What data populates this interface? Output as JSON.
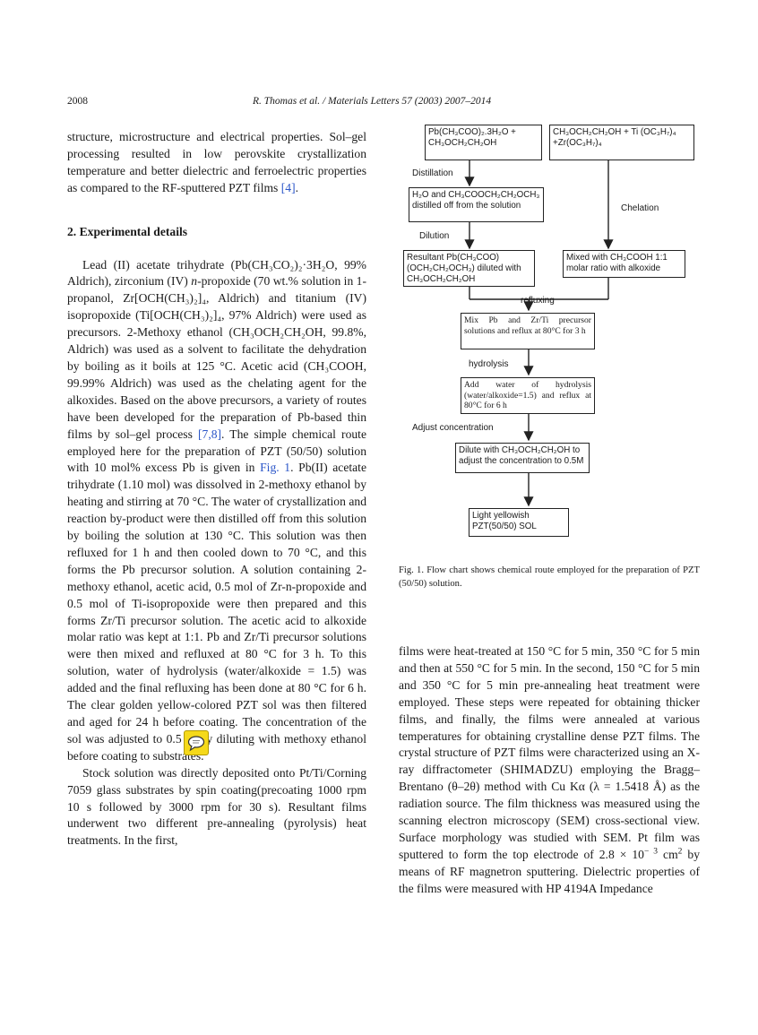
{
  "header": {
    "page_number": "2008",
    "running_title": "R. Thomas et al. / Materials Letters 57 (2003) 2007–2014"
  },
  "left": {
    "p0": "structure, microstructure and electrical properties. Sol–gel processing resulted in low perovskite crystallization temperature and better dielectric and ferroelectric properties as compared to the RF-sputtered PZT films",
    "p0_ref": "[4]",
    "p0_end": ".",
    "section_heading": "2. Experimental details",
    "p1_a": "Lead (II) acetate trihydrate (Pb(CH₃CO₂)₂·3H₂O, 99% Aldrich), zirconium (IV) ",
    "p1_italic": "n",
    "p1_b": "-propoxide (70 wt.% solution in 1-propanol, Zr[OCH(CH₃)₂]₄, Aldrich) and titanium (IV) isopropoxide (Ti[OCH(CH₃)₂]₄, 97% Aldrich) were used as precursors. 2-Methoxy ethanol (CH₃OCH₂CH₂OH, 99.8%, Aldrich) was used as a solvent to facilitate the dehydration by boiling as it boils at 125 °C. Acetic acid (CH₃COOH, 99.99% Aldrich) was used as the chelating agent for the alkoxides. Based on the above precursors, a variety of routes have been developed for the preparation of Pb-based thin films by sol–gel process ",
    "p1_ref1": "[7,8]",
    "p1_c": ". The simple chemical route employed here for the preparation of PZT (50/50) solution with 10 mol% excess Pb is given in ",
    "p1_ref2": "Fig. 1",
    "p1_d": ". Pb(II) acetate trihydrate (1.10 mol) was dissolved in 2-methoxy ethanol by heating and stirring at 70 °C. The water of crystallization and reaction by-product were then distilled off from this solution by boiling the solution at 130 °C. This solution was then refluxed for 1 h and then cooled down to 70 °C, and this forms the Pb precursor solution. A solution containing 2-methoxy ethanol, acetic acid, 0.5 mol of Zr-n-propoxide and 0.5 mol of Ti-isopropoxide were then prepared and this forms Zr/Ti precursor solution. The acetic acid to alkoxide molar ratio was kept at 1:1. Pb and Zr/Ti precursor solutions were then mixed and refluxed at 80 °C for 3 h. To this solution, water of hydrolysis (water/alkoxide = 1.5) was added and the final refluxing has been done at 80 °C for 6 h. The clear golden yellow-colored PZT sol was then filtered and aged for 24 h before coating. The concentration of the sol was adjusted to 0.5 M by diluting with methoxy ethanol before coating to substrates.",
    "p2": "Stock solution was directly deposited onto Pt/Ti/Corning 7059 glass substrates by spin coating(precoating 1000 rpm 10 s followed by 3000 rpm for 30 s). Resultant films underwent two different pre-annealing (pyrolysis) heat treatments. In the first,"
  },
  "figure": {
    "box1": "Pb(CH₃COO)₂.3H₂O + CH₃OCH₂CH₂OH",
    "box2": "CH₃OCH₂CH₂OH + Ti (OC₃H₇)₄ +Zr(OC₃H₇)₄",
    "label_distillation": "Distillation",
    "box3": "H₂O and CH₃COOCH₂CH₂OCH₃ distilled off from the solution",
    "label_chelation": "Chelation",
    "label_dilution": "Dilution",
    "box4": "Resultant Pb(CH₃COO) (OCH₂CH₂OCH₃) diluted with CH₃OCH₂CH₂OH",
    "box5": "Mixed with CH₃COOH 1:1 molar ratio with alkoxide",
    "label_refluxing": "refluxing",
    "box6": "Mix Pb and Zr/Ti precursor solutions and reflux at 80°C for 3 h",
    "label_hydrolysis": "hydrolysis",
    "box7": "Add water of hydrolysis (water/alkoxide=1.5) and reflux at 80°C for 6 h",
    "label_adjust": "Adjust concentration",
    "box8": "Dilute with CH₃OCH₂CH₂OH to adjust the concentration to 0.5M",
    "box9": "Light yellowish PZT(50/50) SOL"
  },
  "caption": "Fig. 1. Flow chart shows chemical route employed for the preparation of PZT (50/50) solution.",
  "right": {
    "p1_a": "films were heat-treated at 150 °C for 5 min, 350 °C for 5 min and then at 550 °C for 5 min. In the second, 150 °C for 5 min and 350 °C for 5 min pre-annealing heat treatment were employed. These steps were repeated for obtaining thicker films, and finally, the films were annealed at various temperatures for obtaining crystalline dense PZT films. The crystal structure of PZT films were characterized using an X-ray diffractometer (SHIMADZU) employing the Bragg–Brentano (θ–2θ) method with Cu Kα (λ = 1.5418 Å) as the radiation source. The film thickness was measured using the scanning electron microscopy (SEM) cross-sectional view. Surface morphology was studied with SEM. Pt film was sputtered to form the top electrode of 2.8 × 10",
    "p1_sup": "− 3",
    "p1_b": " cm",
    "p1_sup2": "2",
    "p1_c": " by means of RF magnetron sputtering. Dielectric properties of the films were measured with HP 4194A Impedance"
  }
}
